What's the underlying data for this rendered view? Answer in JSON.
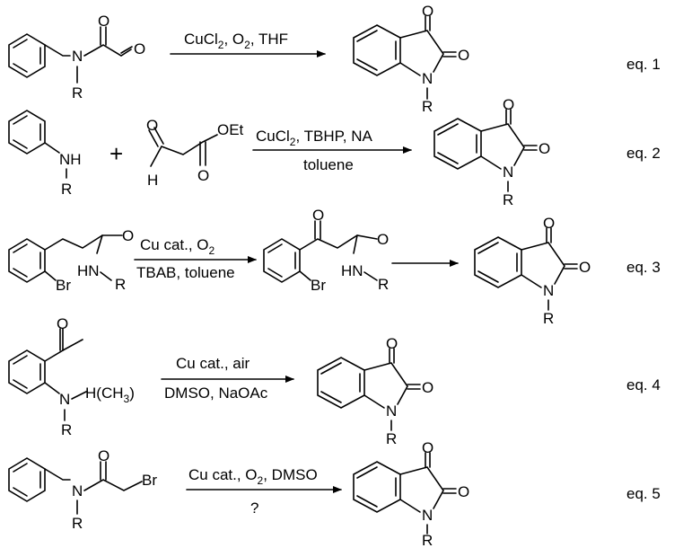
{
  "equations": [
    {
      "label": "eq. 1",
      "conditions_top_parts": [
        "CuCl",
        "2",
        ", O",
        "2",
        ", THF"
      ],
      "conditions_bottom": ""
    },
    {
      "label": "eq. 2",
      "conditions_top_parts": [
        "CuCl",
        "2",
        ", TBHP, NA"
      ],
      "conditions_bottom": "toluene"
    },
    {
      "label": "eq. 3",
      "conditions_top_parts": [
        "Cu cat., O",
        "2"
      ],
      "conditions_bottom": "TBAB, toluene"
    },
    {
      "label": "eq. 4",
      "conditions_top_parts": [
        "Cu cat., air"
      ],
      "conditions_bottom": "DMSO, NaOAc"
    },
    {
      "label": "eq. 5",
      "conditions_top_parts": [
        "Cu cat., O",
        "2",
        ", DMSO"
      ],
      "conditions_bottom": "?"
    }
  ],
  "atoms": {
    "O": "O",
    "N": "N",
    "R": "R",
    "NH": "NH",
    "HN": "HN",
    "H": "H",
    "OEt": "OEt",
    "Br": "Br",
    "H_CH3": "H(CH",
    "three": "3",
    "close_paren": ")"
  },
  "plus": "+"
}
